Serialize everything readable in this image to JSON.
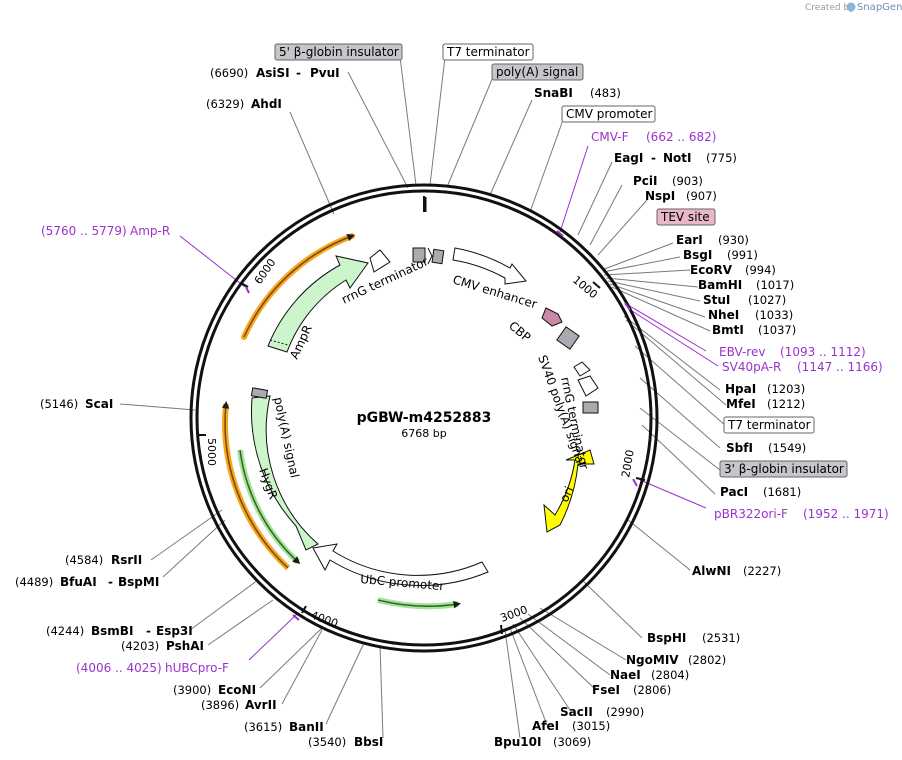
{
  "credit": {
    "prefix": "Created by",
    "brand": "SnapGene"
  },
  "plasmid": {
    "name": "pGBW-m4252883",
    "size": "6768 bp"
  },
  "ticks": [
    "1000",
    "2000",
    "3000",
    "4000",
    "5000",
    "6000"
  ],
  "boxed_labels": [
    {
      "text": "5' β-globin insulator",
      "style": "gray"
    },
    {
      "text": "T7 terminator",
      "style": "white"
    },
    {
      "text": "poly(A) signal",
      "style": "gray"
    },
    {
      "text": "CMV promoter",
      "style": "white"
    },
    {
      "text": "TEV site",
      "style": "pink"
    },
    {
      "text": "T7 terminator",
      "style": "white"
    },
    {
      "text": "3' β-globin insulator",
      "style": "gray"
    }
  ],
  "enzymes": [
    {
      "pos": "(6690)",
      "name": "AsiSI",
      "name2": "PvuI"
    },
    {
      "pos": "(6329)",
      "name": "AhdI"
    },
    {
      "name": "SnaBI",
      "pos": "(483)"
    },
    {
      "name": "EagI",
      "name2": "NotI",
      "pos": "(775)"
    },
    {
      "name": "PciI",
      "pos": "(903)"
    },
    {
      "name": "NspI",
      "pos": "(907)"
    },
    {
      "name": "EarI",
      "pos": "(930)"
    },
    {
      "name": "BsgI",
      "pos": "(991)"
    },
    {
      "name": "EcoRV",
      "pos": "(994)"
    },
    {
      "name": "BamHI",
      "pos": "(1017)"
    },
    {
      "name": "StuI",
      "pos": "(1027)"
    },
    {
      "name": "NheI",
      "pos": "(1033)"
    },
    {
      "name": "BmtI",
      "pos": "(1037)"
    },
    {
      "name": "HpaI",
      "pos": "(1203)"
    },
    {
      "name": "MfeI",
      "pos": "(1212)"
    },
    {
      "name": "SbfI",
      "pos": "(1549)"
    },
    {
      "name": "PacI",
      "pos": "(1681)"
    },
    {
      "name": "AlwNI",
      "pos": "(2227)"
    },
    {
      "name": "BspHI",
      "pos": "(2531)"
    },
    {
      "name": "NgoMIV",
      "pos": "(2802)"
    },
    {
      "name": "NaeI",
      "pos": "(2804)"
    },
    {
      "name": "FseI",
      "pos": "(2806)"
    },
    {
      "name": "SacII",
      "pos": "(2990)"
    },
    {
      "name": "AfeI",
      "pos": "(3015)"
    },
    {
      "name": "Bpu10I",
      "pos": "(3069)"
    },
    {
      "pos": "(3540)",
      "name": "BbsI"
    },
    {
      "pos": "(3615)",
      "name": "BanII"
    },
    {
      "pos": "(3896)",
      "name": "AvrII"
    },
    {
      "pos": "(3900)",
      "name": "EcoNI"
    },
    {
      "pos": "(4203)",
      "name": "PshAI"
    },
    {
      "pos": "(4244)",
      "name": "BsmBI",
      "name2": "Esp3I"
    },
    {
      "pos": "(4489)",
      "name": "BfuAI",
      "name2": "BspMI"
    },
    {
      "pos": "(4584)",
      "name": "RsrII"
    },
    {
      "pos": "(5146)",
      "name": "ScaI"
    }
  ],
  "primers": [
    {
      "name": "CMV-F",
      "range": "(662 .. 682)"
    },
    {
      "name": "EBV-rev",
      "range": "(1093 .. 1112)"
    },
    {
      "name": "SV40pA-R",
      "range": "(1147 .. 1166)"
    },
    {
      "name": "pBR322ori-F",
      "range": "(1952 .. 1971)"
    },
    {
      "range": "(4006 .. 4025)",
      "name": "hUBCpro-F"
    },
    {
      "range": "(5760 .. 5779)",
      "name": "Amp-R"
    }
  ],
  "features": {
    "rrnG_top": "rrnG terminator",
    "cmv_enhancer": "CMV enhancer",
    "cbp": "CBP",
    "sv40": "SV40 poly(A) signal",
    "rrnG_right": "rrnG terminator",
    "ori": "ori",
    "ubc": "UbC promoter",
    "hygr": "HygR",
    "polya": "poly(A) signal",
    "ampr": "AmpR"
  },
  "colors": {
    "primer": "#9a32cd",
    "ampr_fill": "#ccf5cc",
    "ori_fill": "#ffff00",
    "orange_orf": "#f5a623",
    "green_orf": "#4a9a2a",
    "gray_feature": "#a9abb0",
    "pink_feature": "#c98aa5"
  }
}
